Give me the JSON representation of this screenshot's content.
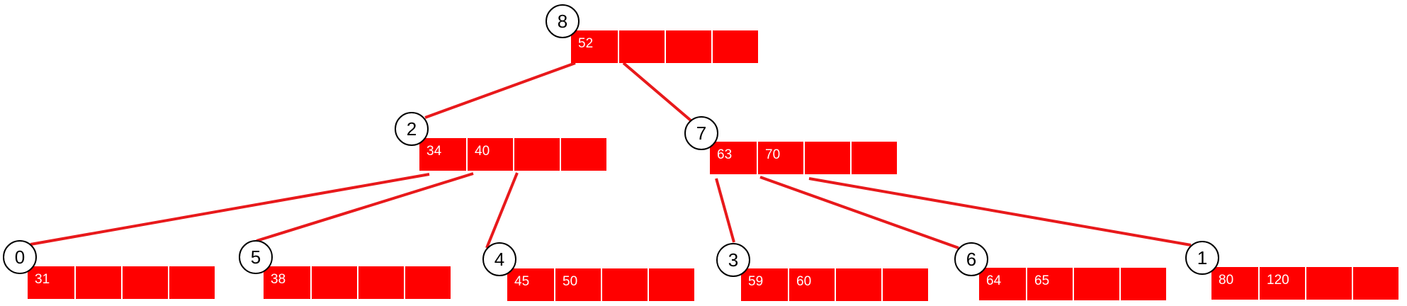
{
  "style": {
    "node_fill": "#ff0000",
    "edge_color": "#e8191b",
    "circle_stroke": "#000000"
  },
  "nodes": {
    "n8": {
      "id": "8",
      "keys": [
        "52",
        "",
        "",
        ""
      ]
    },
    "n2": {
      "id": "2",
      "keys": [
        "34",
        "40",
        "",
        ""
      ]
    },
    "n7": {
      "id": "7",
      "keys": [
        "63",
        "70",
        "",
        ""
      ]
    },
    "n0": {
      "id": "0",
      "keys": [
        "31",
        "",
        "",
        ""
      ]
    },
    "n5": {
      "id": "5",
      "keys": [
        "38",
        "",
        "",
        ""
      ]
    },
    "n4": {
      "id": "4",
      "keys": [
        "45",
        "50",
        "",
        ""
      ]
    },
    "n3": {
      "id": "3",
      "keys": [
        "59",
        "60",
        "",
        ""
      ]
    },
    "n6": {
      "id": "6",
      "keys": [
        "64",
        "65",
        "",
        ""
      ]
    },
    "n1": {
      "id": "1",
      "keys": [
        "80",
        "120",
        "",
        ""
      ]
    }
  },
  "edges": [
    {
      "from": "8",
      "to": "2"
    },
    {
      "from": "8",
      "to": "7"
    },
    {
      "from": "2",
      "to": "0"
    },
    {
      "from": "2",
      "to": "5"
    },
    {
      "from": "2",
      "to": "4"
    },
    {
      "from": "7",
      "to": "3"
    },
    {
      "from": "7",
      "to": "6"
    },
    {
      "from": "7",
      "to": "1"
    }
  ]
}
